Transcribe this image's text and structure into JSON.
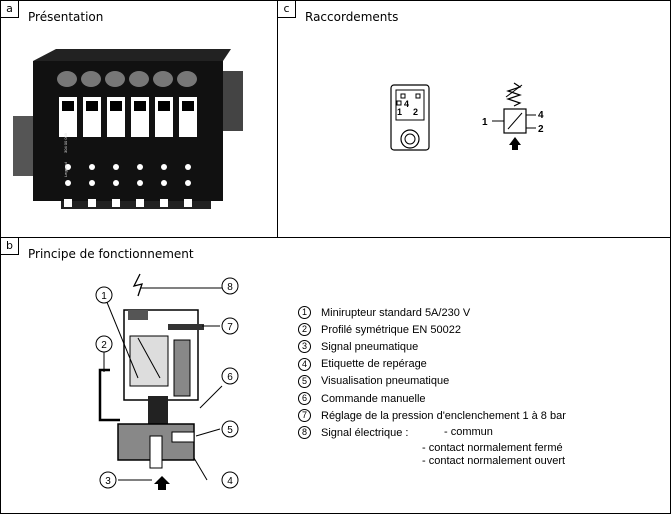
{
  "panels": {
    "a": {
      "tag": "a",
      "title": "Présentation"
    },
    "c": {
      "tag": "c",
      "title": "Raccordements"
    },
    "b": {
      "tag": "b",
      "title": "Principe de fonctionnement"
    }
  },
  "device_labels": {
    "code": "304 00 009",
    "brand": "Legrand"
  },
  "connections": {
    "ports": [
      "1",
      "2",
      "4"
    ]
  },
  "callouts": [
    "1",
    "2",
    "3",
    "4",
    "5",
    "6",
    "7",
    "8"
  ],
  "legend": [
    {
      "num": "1",
      "text": "Minirupteur standard 5A/230 V"
    },
    {
      "num": "2",
      "text": "Profilé symétrique EN 50022"
    },
    {
      "num": "3",
      "text": "Signal pneumatique"
    },
    {
      "num": "4",
      "text": "Etiquette de repérage"
    },
    {
      "num": "5",
      "text": "Visualisation pneumatique"
    },
    {
      "num": "6",
      "text": "Commande manuelle"
    },
    {
      "num": "7",
      "text": "Réglage de la pression d'enclenchement 1 à 8 bar"
    },
    {
      "num": "8",
      "text": "Signal électrique :"
    }
  ],
  "legend_sub": [
    "- commun",
    "- contact normalement fermé",
    "- contact normalement ouvert"
  ]
}
